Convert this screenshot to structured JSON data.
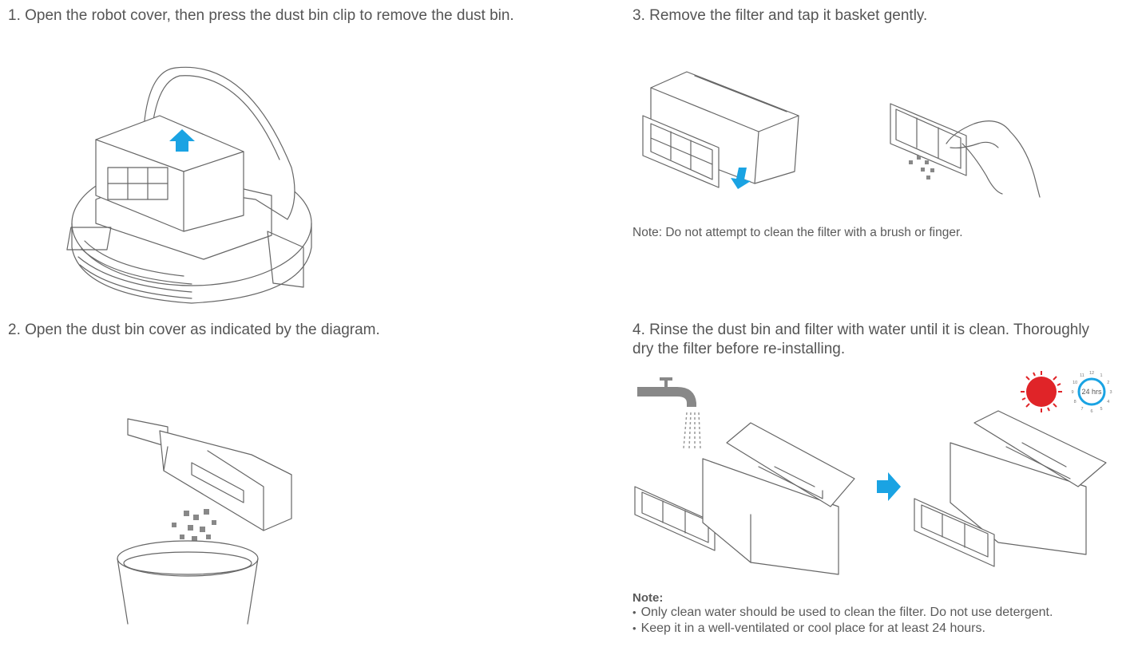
{
  "steps": {
    "step1": "1. Open the robot cover, then press the dust bin clip to remove the dust bin.",
    "step2": "2. Open the dust bin cover as indicated by the diagram.",
    "step3": "3. Remove the filter and tap it basket gently.",
    "step3_note": "Note: Do not attempt to clean the filter with a brush or finger.",
    "step4_line1": "4. Rinse the dust bin and filter with water until it is clean. Thoroughly",
    "step4_line2": "dry the filter before re-installing."
  },
  "note4": {
    "title": "Note:",
    "bullets": [
      "Only clean water should be used to clean the filter. Do not use detergent.",
      "Keep it in a well-ventilated or cool place for at least 24 hours."
    ]
  },
  "timer": {
    "label": "24 hrs",
    "dial_numbers": [
      "12",
      "1",
      "2",
      "3",
      "4",
      "5",
      "6",
      "7",
      "8",
      "9",
      "10",
      "11"
    ]
  },
  "icons": {
    "arrow": "up-arrow-icon",
    "sun": "sun-icon",
    "clock": "clock-icon",
    "faucet": "faucet-icon"
  },
  "colors": {
    "accent_blue": "#1aa3e3",
    "sun_red": "#e02428"
  }
}
